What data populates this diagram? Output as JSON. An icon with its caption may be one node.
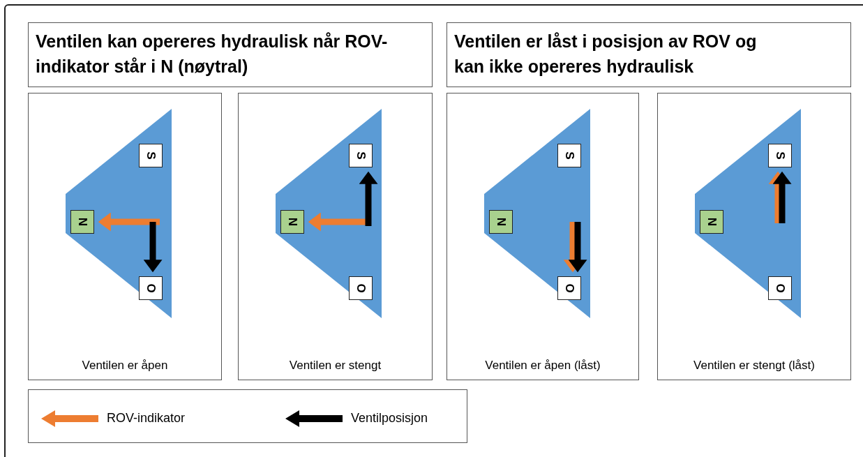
{
  "diagram": {
    "nodes": [
      {
        "text": [
          "Ventilen kan opereres hydraulisk når ROV-indikator står i N (nøytral)"
        ]
      },
      {
        "text": [
          "Ventilen er låst i posisjon av ROV og kan ikke opereres hydraulisk"
        ]
      },
      {
        "text": [
          "Ventilen er åpen"
        ]
      },
      {
        "text": [],
        "shape": "trapezoid",
        "in": 2
      },
      {
        "text": [
          "S"
        ],
        "in": 3
      },
      {
        "text": [
          "N"
        ],
        "in": 3
      },
      {
        "text": [
          "O"
        ],
        "in": 3
      },
      {
        "text": [
          "Ventilen er stengt"
        ]
      },
      {
        "text": [],
        "shape": "trapezoid",
        "in": 7
      },
      {
        "text": [
          "S"
        ],
        "in": 8
      },
      {
        "text": [
          "N"
        ],
        "in": 8
      },
      {
        "text": [
          "O"
        ],
        "in": 8
      },
      {
        "text": [
          "Ventilen er åpen (låst)"
        ]
      },
      {
        "text": [],
        "shape": "trapezoid",
        "in": 12
      },
      {
        "text": [
          "S"
        ],
        "in": 13
      },
      {
        "text": [
          "N"
        ],
        "in": 13
      },
      {
        "text": [
          "O"
        ],
        "in": 13
      },
      {
        "text": [
          "Ventilen er stengt (låst)"
        ]
      },
      {
        "text": [],
        "shape": "trapezoid",
        "in": 17
      },
      {
        "text": [
          "S"
        ],
        "in": 18
      },
      {
        "text": [
          "N"
        ],
        "in": 18
      },
      {
        "text": [
          "O"
        ],
        "in": 18
      }
    ],
    "edges": [
      {
        "from": null,
        "to": 5,
        "arrow": "to",
        "color": "#ed7d31"
      },
      {
        "from": null,
        "to": 6,
        "arrow": "to",
        "color": "#000000"
      },
      {
        "from": null,
        "to": 10,
        "arrow": "to",
        "color": "#ed7d31"
      },
      {
        "from": null,
        "to": 9,
        "arrow": "to",
        "color": "#000000"
      },
      {
        "from": null,
        "to": 16,
        "arrow": "to",
        "color": "#ed7d31"
      },
      {
        "from": null,
        "to": 16,
        "arrow": "to",
        "color": "#000000"
      },
      {
        "from": null,
        "to": 19,
        "arrow": "to",
        "color": "#ed7d31"
      },
      {
        "from": null,
        "to": 19,
        "arrow": "to",
        "color": "#000000"
      }
    ],
    "legend": [
      {
        "text": "ROV-indikator"
      },
      {
        "text": "Ventilposisjon"
      }
    ]
  }
}
